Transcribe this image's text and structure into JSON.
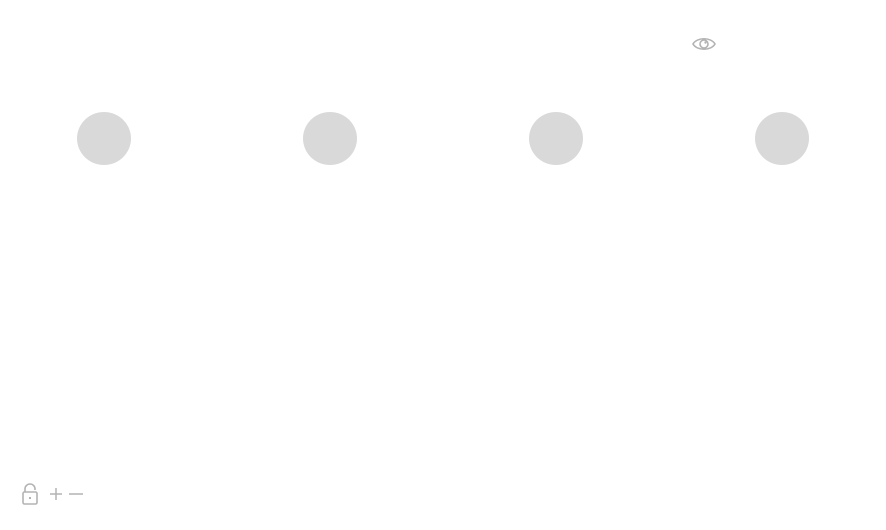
{
  "icons": {
    "visibility": "eye-icon",
    "lock": "lock-icon",
    "zoom_in": "plus-icon",
    "zoom_out": "minus-icon"
  },
  "colors": {
    "background": "#ffffff",
    "circle_fill": "#d9d9d9",
    "icon_stroke": "#b3b3b3"
  },
  "circles": [
    {
      "name": "circle-1"
    },
    {
      "name": "circle-2"
    },
    {
      "name": "circle-3"
    },
    {
      "name": "circle-4"
    }
  ]
}
